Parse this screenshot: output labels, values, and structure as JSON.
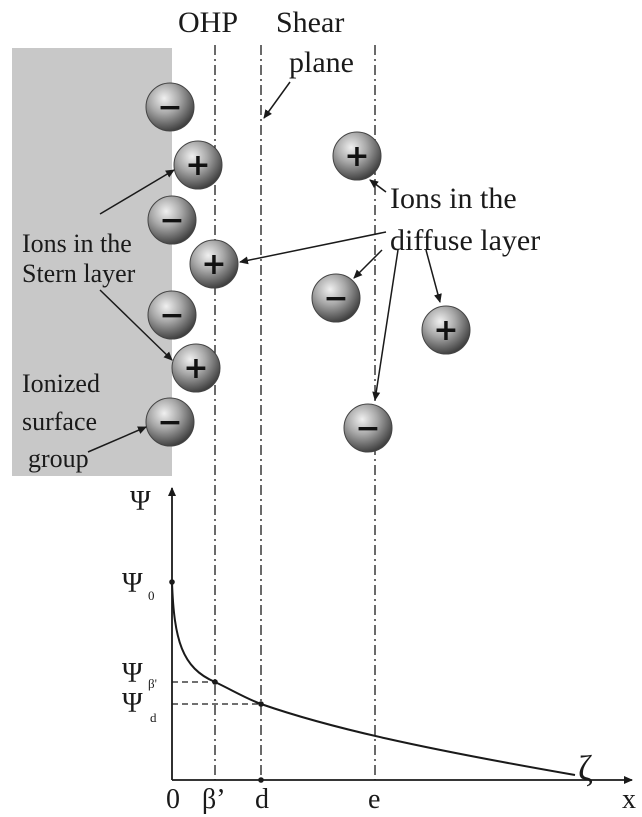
{
  "labels": {
    "ohp": "OHP",
    "shear_1": "Shear",
    "shear_2": "plane",
    "diffuse_1": "Ions in the",
    "diffuse_2": "diffuse layer",
    "stern_1": "Ions in the",
    "stern_2": "Stern layer",
    "ionized_1": "Ionized",
    "ionized_2": "surface",
    "ionized_3": "group"
  },
  "axis": {
    "y_symbol": "Ψ",
    "x_symbol": "x",
    "psi0_base": "Ψ",
    "psi0_sub": "0",
    "psib_base": "Ψ",
    "psib_sub": "β'",
    "psid_base": "Ψ",
    "psid_sub": "d",
    "zeta": "ζ",
    "tick_0": "0",
    "tick_beta": "β’",
    "tick_d": "d",
    "tick_e": "e"
  },
  "signs": {
    "plus": "+",
    "minus": "−"
  },
  "colors": {
    "surface": "#c8c8c8",
    "ion_light": "#e2e2e2",
    "ion_dark": "#4a4a4a",
    "line": "#1a1a1a"
  }
}
